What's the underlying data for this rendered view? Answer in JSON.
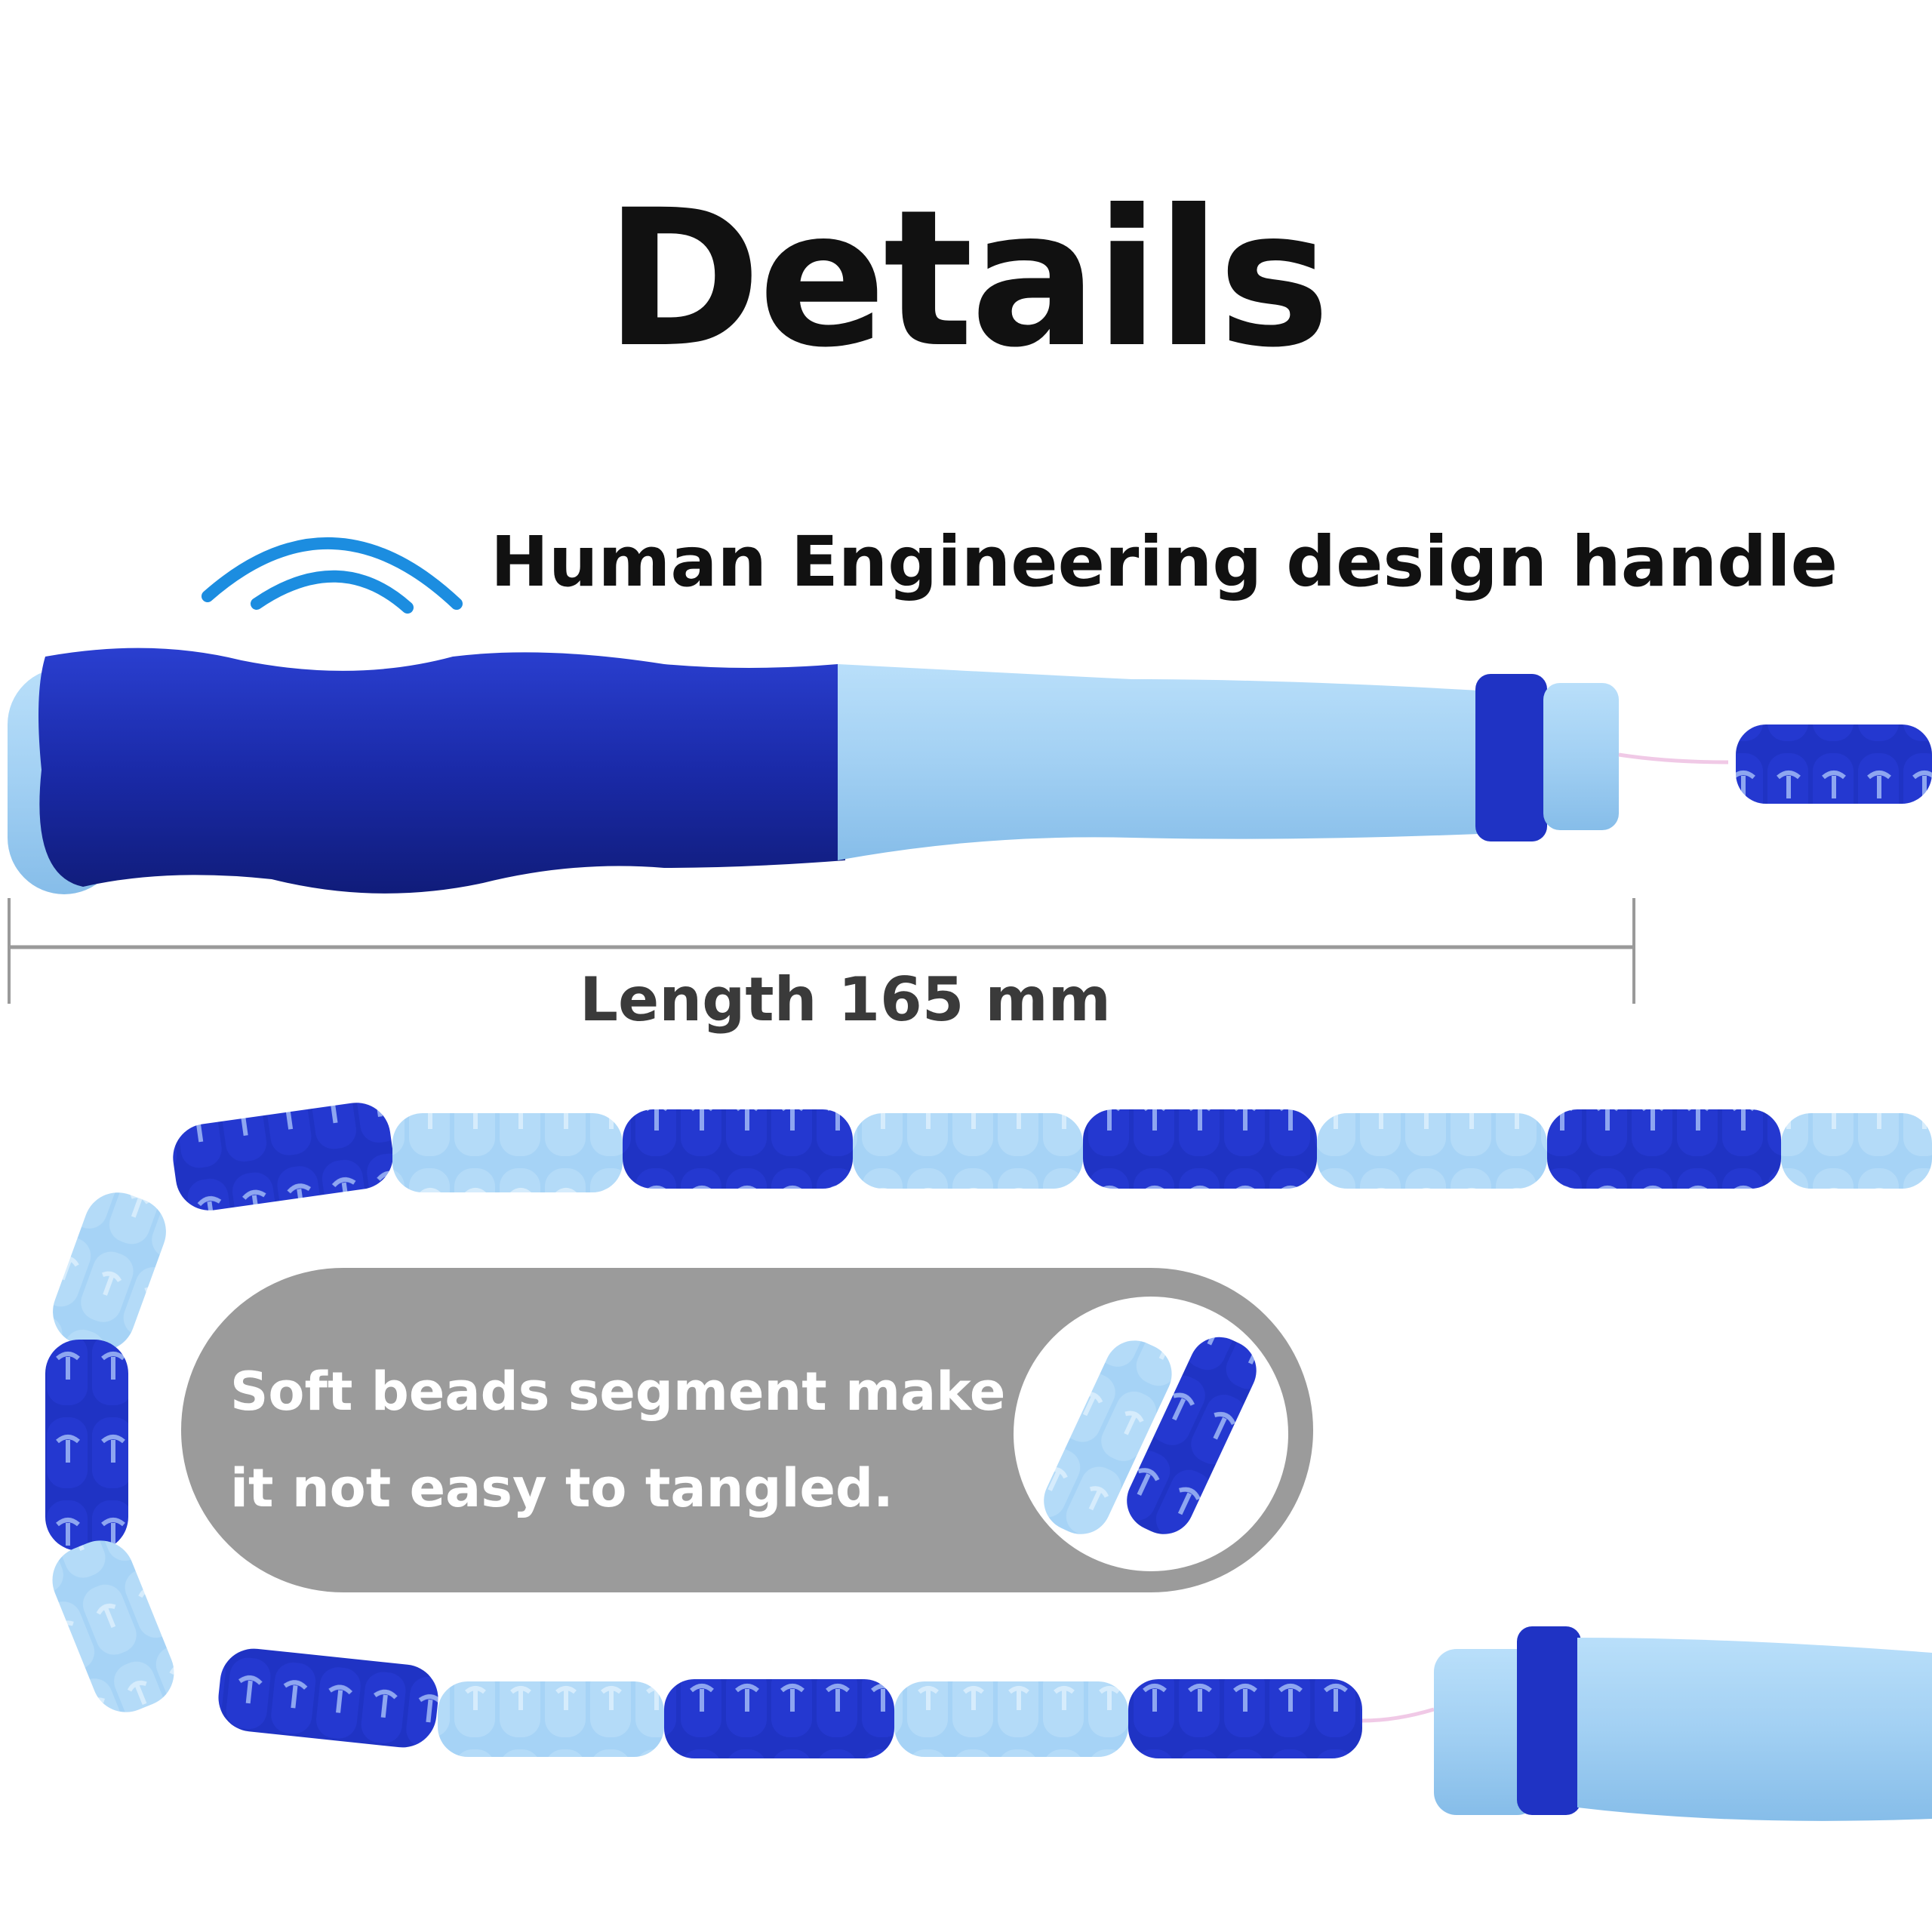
{
  "title": "Details",
  "feature_label": "Human Engineering design handle",
  "length_label": "Length 165 mm",
  "callout": {
    "line1": "Soft beads segment make",
    "line2": "it not easy to tangled."
  },
  "colors": {
    "dark_blue": "#1e2fb3",
    "light_blue": "#a8d4f5",
    "gray_pill": "#9b9b9b",
    "measure_line": "#9a9a9a",
    "arc_blue": "#1c8de0"
  },
  "icons": [
    "signal-arcs-icon",
    "rope-handle",
    "bead-rope",
    "bead-closeup"
  ]
}
